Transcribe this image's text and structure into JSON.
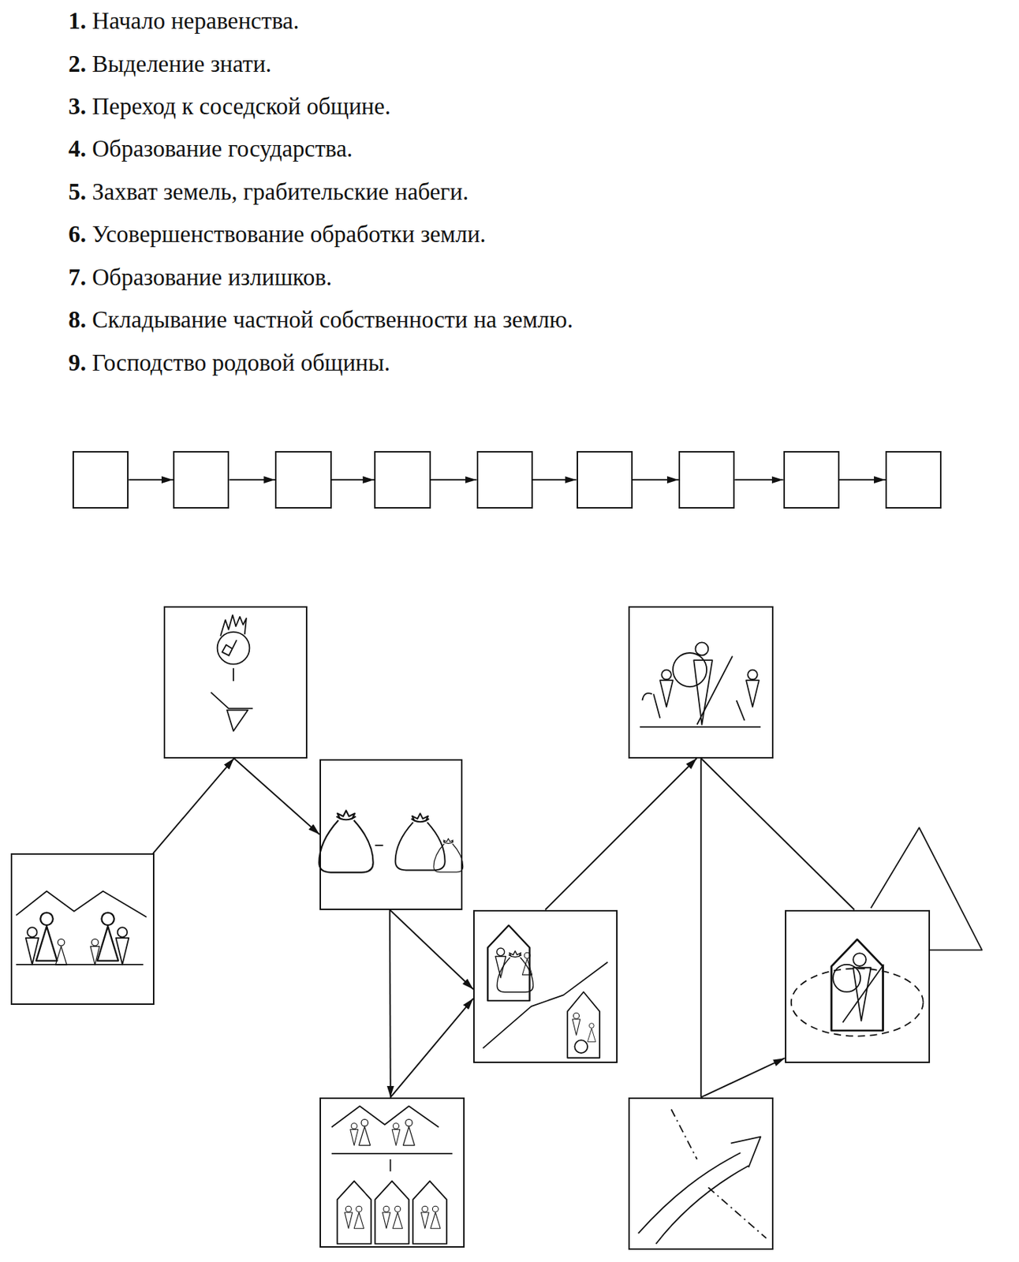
{
  "diagram": {
    "nodes": [
      {
        "text": []
      },
      {
        "text": []
      },
      {
        "text": []
      },
      {
        "text": []
      },
      {
        "text": []
      },
      {
        "text": []
      },
      {
        "text": []
      },
      {
        "text": []
      },
      {
        "text": []
      },
      {
        "text": []
      },
      {
        "text": []
      },
      {
        "text": []
      },
      {
        "text": []
      },
      {
        "text": []
      },
      {
        "text": []
      },
      {
        "text": []
      },
      {
        "text": []
      }
    ],
    "edges": [
      {
        "from": 0,
        "to": 1,
        "arrow": "to"
      },
      {
        "from": 1,
        "to": 2,
        "arrow": "to"
      },
      {
        "from": 2,
        "to": 3,
        "arrow": "to"
      },
      {
        "from": 3,
        "to": 4,
        "arrow": "to"
      },
      {
        "from": 4,
        "to": 5,
        "arrow": "to"
      },
      {
        "from": 5,
        "to": 6,
        "arrow": "to"
      },
      {
        "from": 6,
        "to": 7,
        "arrow": "to"
      },
      {
        "from": 7,
        "to": 8,
        "arrow": "to"
      },
      {
        "from": 9,
        "to": 10,
        "arrow": "to"
      },
      {
        "from": 10,
        "to": 11,
        "arrow": "to"
      },
      {
        "from": 11,
        "to": 13,
        "arrow": "to"
      },
      {
        "from": 11,
        "to": 12,
        "arrow": "to"
      },
      {
        "from": 12,
        "to": 13,
        "arrow": "to"
      },
      {
        "from": 13,
        "to": 14,
        "arrow": "to"
      },
      {
        "from": 14,
        "to": 15,
        "arrow": "none"
      },
      {
        "from": 15,
        "to": 16,
        "arrow": "to"
      },
      {
        "from": 14,
        "to": 16,
        "arrow": "none"
      }
    ],
    "labels": [
      "1. Начало неравенства.",
      "2. Выделение знати.",
      "3. Переход к соседской общине.",
      "4. Образование государства.",
      "5. Захват земель, грабительские набеги.",
      "6. Усовершенствование обработки земли.",
      "7. Образование излишков.",
      "8. Складывание частной собственности на землю.",
      "9. Господство родовой общины."
    ]
  }
}
